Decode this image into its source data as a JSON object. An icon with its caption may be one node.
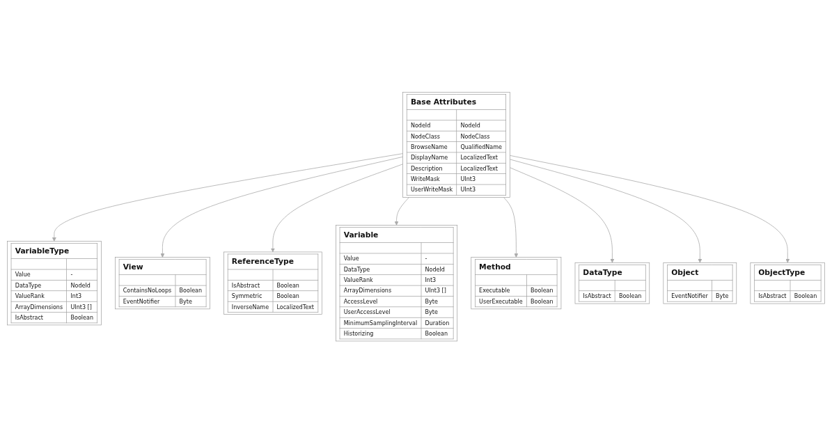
{
  "diagram": {
    "nodes": [
      {
        "text": [
          "VariableType",
          "Value",
          "-",
          "DataType",
          "NodeId",
          "ValueRank",
          "Int3",
          "ArrayDimensions",
          "UInt3 []",
          "IsAbstract",
          "Boolean"
        ]
      },
      {
        "text": [
          "Base Attributes",
          "NodeId",
          "NodeId",
          "NodeClass",
          "NodeClass",
          "BrowseName",
          "QualifiedName",
          "DisplayName",
          "LocalizedText",
          "Description",
          "LocalizedText",
          "WriteMask",
          "UInt3",
          "UserWriteMask",
          "UInt3"
        ]
      },
      {
        "text": [
          "View",
          "ContainsNoLoops",
          "Boolean",
          "EventNotifier",
          "Byte"
        ]
      },
      {
        "text": [
          "ReferenceType",
          "IsAbstract",
          "Boolean",
          "Symmetric",
          "Boolean",
          "InverseName",
          "LocalizedText"
        ]
      },
      {
        "text": [
          "Variable",
          "Value",
          "-",
          "DataType",
          "NodeId",
          "ValueRank",
          "Int3",
          "ArrayDimensions",
          "UInt3 []",
          "AccessLevel",
          "Byte",
          "UserAccessLevel",
          "Byte",
          "MinimumSamplingInterval",
          "Duration",
          "Historizing",
          "Boolean"
        ]
      },
      {
        "text": [
          "Method",
          "Executable",
          "Boolean",
          "UserExecutable",
          "Boolean"
        ]
      },
      {
        "text": [
          "DataType",
          "IsAbstract",
          "Boolean"
        ]
      },
      {
        "text": [
          "Object",
          "EventNotifier",
          "Byte"
        ]
      },
      {
        "text": [
          "ObjectType",
          "IsAbstract",
          "Boolean"
        ]
      }
    ],
    "edges": [
      {
        "from": 1,
        "to": 0,
        "arrow": "to"
      },
      {
        "from": 1,
        "to": 2,
        "arrow": "to"
      },
      {
        "from": 1,
        "to": 3,
        "arrow": "to"
      },
      {
        "from": 1,
        "to": 4,
        "arrow": "to"
      },
      {
        "from": 1,
        "to": 5,
        "arrow": "to"
      },
      {
        "from": 1,
        "to": 6,
        "arrow": "to"
      },
      {
        "from": 1,
        "to": 7,
        "arrow": "to"
      },
      {
        "from": 1,
        "to": 8,
        "arrow": "to"
      }
    ]
  }
}
